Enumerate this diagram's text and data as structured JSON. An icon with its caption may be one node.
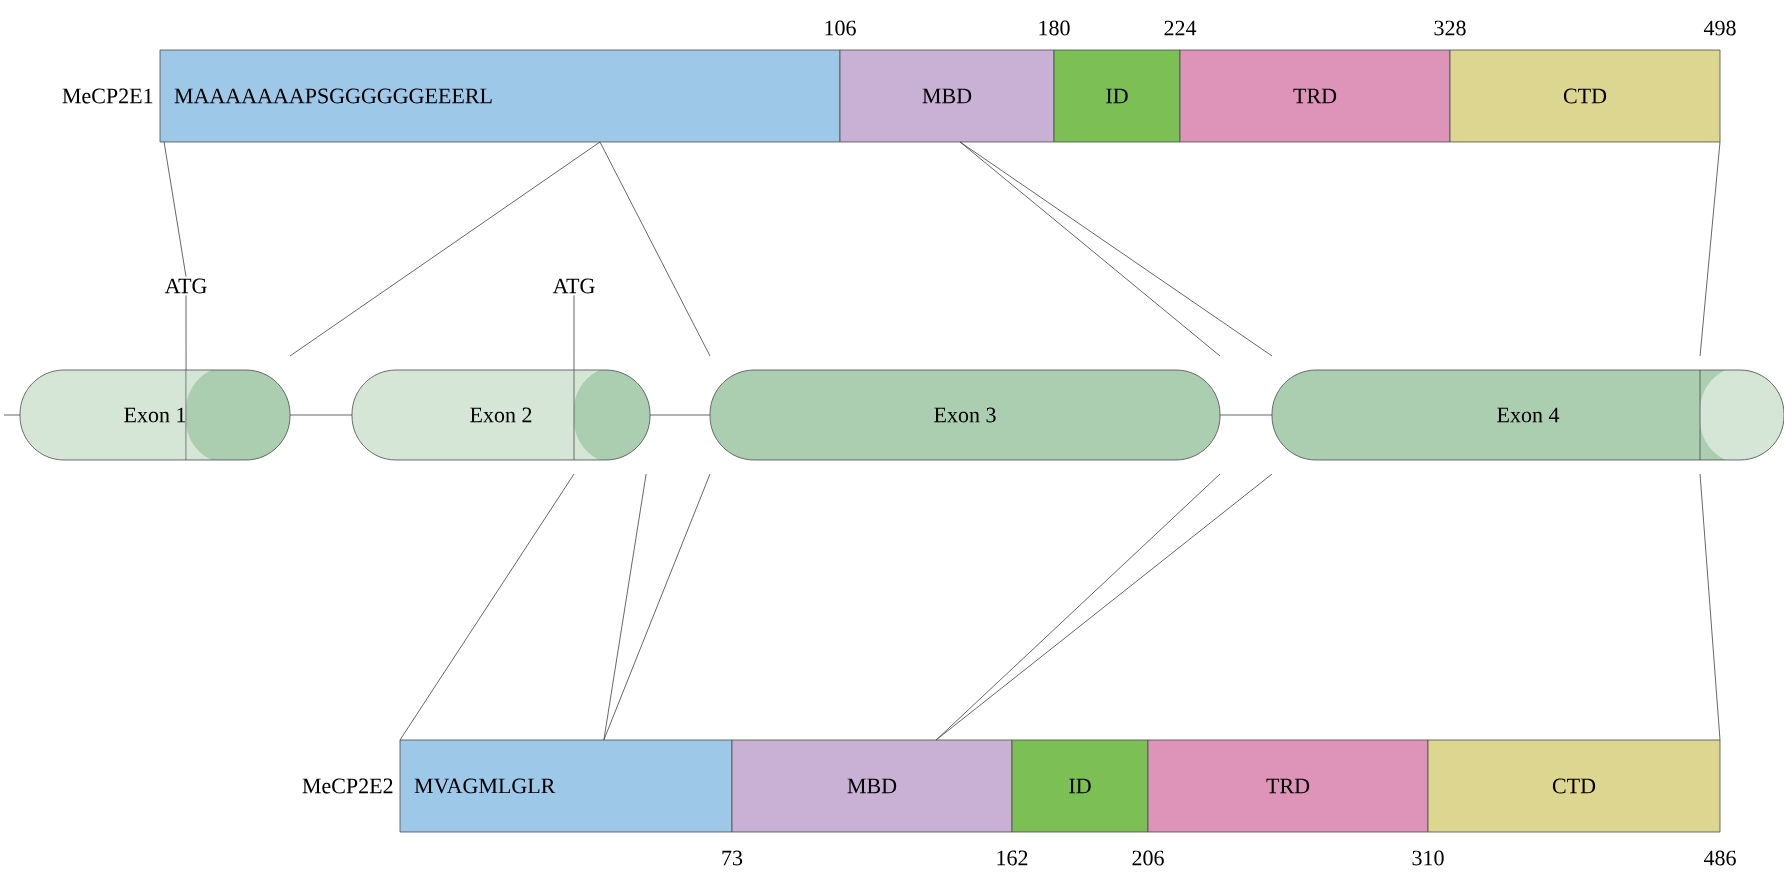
{
  "diagram": {
    "nodes": [
      {
        "text": [
          "MAAAAAAAPSGGGGGGEEERL"
        ],
        "beside": [
          "MeCP2E1"
        ]
      },
      {
        "text": [
          "MBD"
        ]
      },
      {
        "text": [
          "ID"
        ]
      },
      {
        "text": [
          "TRD"
        ]
      },
      {
        "text": [
          "CTD"
        ]
      },
      {
        "text": [
          "ATG"
        ]
      },
      {
        "text": [
          "ATG"
        ]
      },
      {
        "text": [
          "Exon 1"
        ]
      },
      {
        "text": [
          "Exon 2"
        ]
      },
      {
        "text": [
          "Exon 3"
        ]
      },
      {
        "text": [
          "Exon 4"
        ]
      },
      {
        "text": [
          "MVAGMLGLR"
        ],
        "beside": [
          "MeCP2E2"
        ]
      },
      {
        "text": [
          "MBD"
        ]
      },
      {
        "text": [
          "ID"
        ]
      },
      {
        "text": [
          "TRD"
        ]
      },
      {
        "text": [
          "CTD"
        ]
      }
    ],
    "edges": [
      {
        "from": 0,
        "to": 5,
        "arrow": "none"
      },
      {
        "from": 0,
        "to": 7,
        "arrow": "none"
      },
      {
        "from": 0,
        "to": 9,
        "arrow": "none"
      },
      {
        "from": 1,
        "to": 9,
        "arrow": "none"
      },
      {
        "from": 1,
        "to": 10,
        "arrow": "none"
      },
      {
        "from": 4,
        "to": 10,
        "arrow": "none"
      },
      {
        "from": 8,
        "to": 11,
        "arrow": "none"
      },
      {
        "from": 8,
        "to": 11,
        "arrow": "none"
      },
      {
        "from": 9,
        "to": 11,
        "arrow": "none"
      },
      {
        "from": 9,
        "to": 12,
        "arrow": "none"
      },
      {
        "from": 10,
        "to": 12,
        "arrow": "none"
      },
      {
        "from": 10,
        "to": 15,
        "arrow": "none"
      },
      {
        "from": null,
        "to": 7,
        "arrow": "none"
      },
      {
        "from": 7,
        "to": 8,
        "arrow": "none"
      },
      {
        "from": 8,
        "to": 9,
        "arrow": "none"
      },
      {
        "from": 9,
        "to": 10,
        "arrow": "none"
      },
      {
        "from": 5,
        "to": 7,
        "arrow": "none"
      },
      {
        "from": 6,
        "to": 8,
        "arrow": "none"
      }
    ],
    "labels": [
      "106",
      "180",
      "224",
      "328",
      "498",
      "73",
      "162",
      "206",
      "310",
      "486"
    ]
  }
}
